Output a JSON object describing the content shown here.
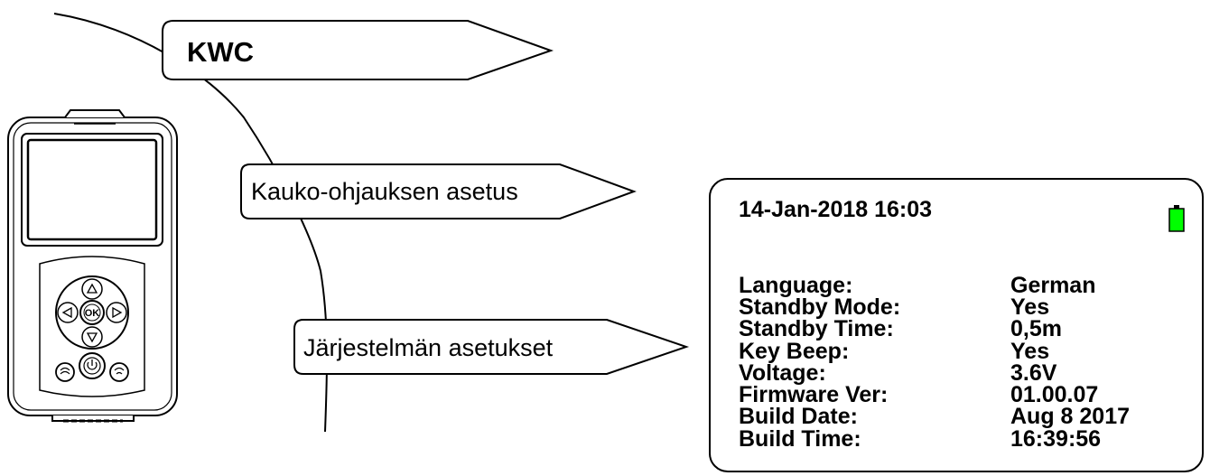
{
  "menu": {
    "root": "KWC",
    "items": [
      "Kauko-ohjauksen asetus",
      "Järjestelmän asetukset"
    ]
  },
  "screen": {
    "datetime": "14-Jan-2018 16:03",
    "battery_color": "#00ff00",
    "settings": [
      {
        "label": "Language:",
        "value": "German"
      },
      {
        "label": "Standby Mode:",
        "value": "Yes"
      },
      {
        "label": "Standby Time:",
        "value": "0,5m"
      },
      {
        "label": "Key Beep:",
        "value": "Yes"
      },
      {
        "label": "Voltage:",
        "value": "3.6V"
      },
      {
        "label": "Firmware Ver:",
        "value": "01.00.07"
      },
      {
        "label": "Build Date:",
        "value": "Aug 8 2017"
      },
      {
        "label": "Build Time:",
        "value": "16:39:56"
      }
    ]
  },
  "device": {
    "icons": [
      "up-arrow-icon",
      "down-arrow-icon",
      "left-arrow-icon",
      "right-arrow-icon",
      "ok-icon",
      "power-icon",
      "left-function-icon",
      "right-function-icon"
    ]
  }
}
